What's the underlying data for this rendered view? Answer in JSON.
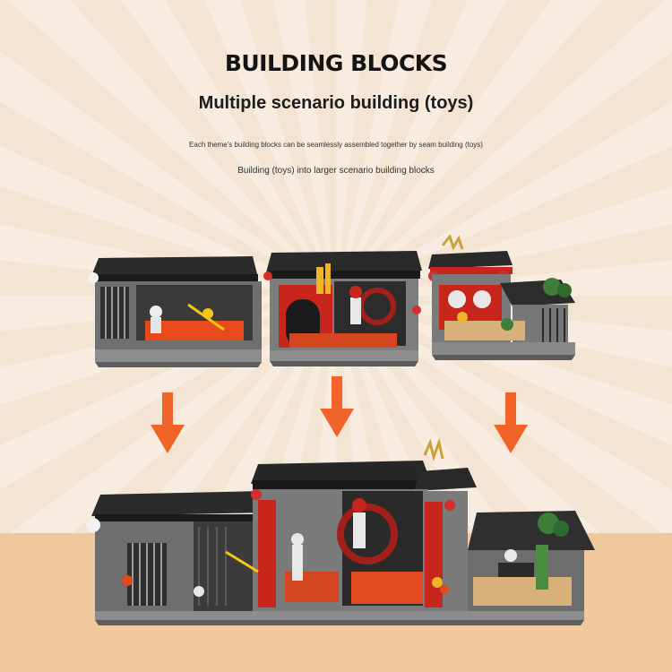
{
  "header": {
    "title": "BUILDING BLOCKS",
    "subtitle": "Multiple scenario building (toys)",
    "line1": "Each theme's building blocks can be seamlessly assembled together by seam building (toys)",
    "line2": "Building (toys) into larger scenario building blocks"
  },
  "colors": {
    "accent_arrow": "#f2632a",
    "roof": "#2a2a2a",
    "wall": "#7a7a7a",
    "red": "#c8261c",
    "floor_bg": "#efc89d"
  },
  "icons": [
    "down-arrow-icon"
  ]
}
